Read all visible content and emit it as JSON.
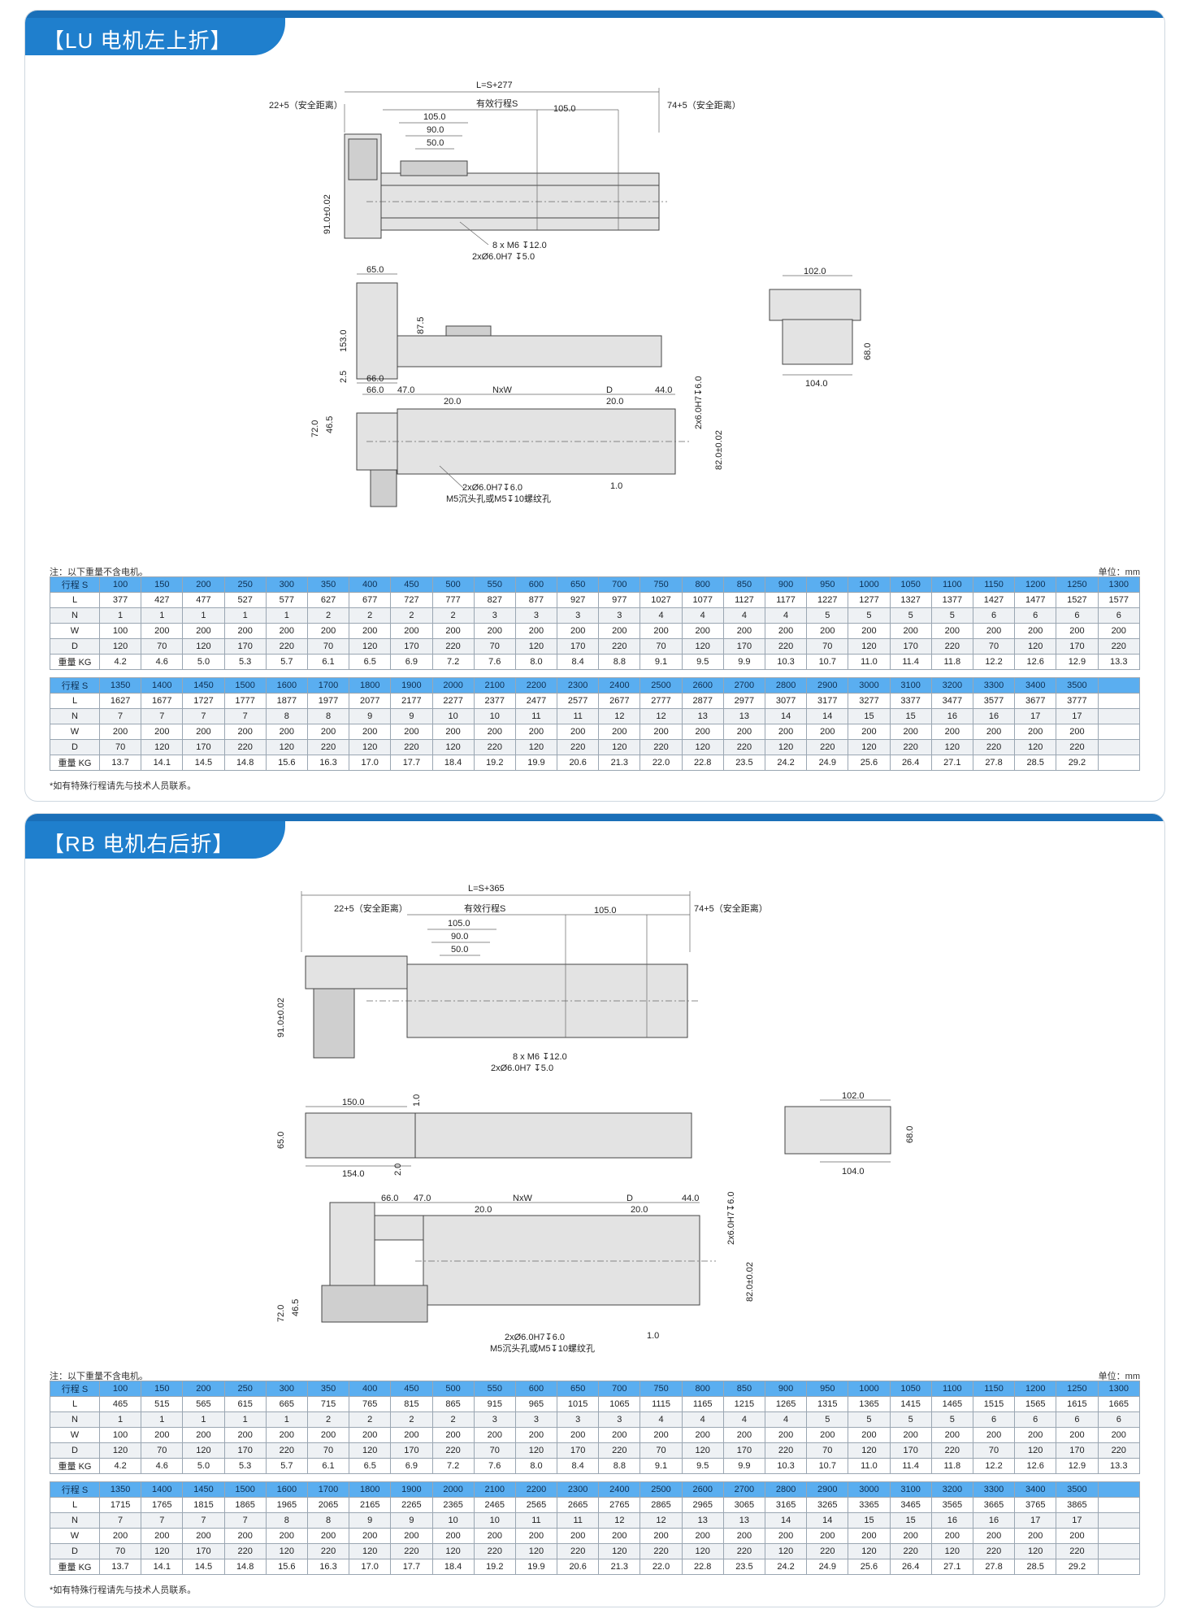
{
  "sections": [
    {
      "title": "【LU 电机左上折】",
      "dims": {
        "total_length": "L=S+277",
        "left_safety": "22+5（安全距离）",
        "right_safety": "74+5（安全距离）",
        "effective_stroke": "有效行程S",
        "d105": "105.0",
        "d90": "90.0",
        "d50": "50.0",
        "d105b": "105.0",
        "height91": "91.0±0.02",
        "m6": "8 x  M6 ↧12.0",
        "pin": "2xØ6.0H7 ↧5.0",
        "d65": "65.0",
        "d87": "87.5",
        "d153": "153.0",
        "d66": "66.0",
        "d2_5": "2.5",
        "d102": "102.0",
        "d68": "68.0",
        "d104": "104.0",
        "d66b": "66.0",
        "d47": "47.0",
        "nxw": "NxW",
        "dD": "D",
        "d44": "44.0",
        "d20a": "20.0",
        "d20b": "20.0",
        "d72": "72.0",
        "d46": "46.5",
        "pin6": "2x6.0H7↧6.0",
        "h82": "82.0±0.02",
        "pinb": "2xØ6.0H7↧6.0",
        "m5": "M5沉头孔或M5↧10螺纹孔",
        "d1": "1.0"
      },
      "note": "注：以下重量不含电机。",
      "unit": "单位：mm",
      "footnote": "*如有特殊行程请先与技术人员联系。",
      "tables": [
        {
          "rows": [
            {
              "label": "行程 S",
              "values": [
                "100",
                "150",
                "200",
                "250",
                "300",
                "350",
                "400",
                "450",
                "500",
                "550",
                "600",
                "650",
                "700",
                "750",
                "800",
                "850",
                "900",
                "950",
                "1000",
                "1050",
                "1100",
                "1150",
                "1200",
                "1250",
                "1300"
              ]
            },
            {
              "label": "L",
              "values": [
                "377",
                "427",
                "477",
                "527",
                "577",
                "627",
                "677",
                "727",
                "777",
                "827",
                "877",
                "927",
                "977",
                "1027",
                "1077",
                "1127",
                "1177",
                "1227",
                "1277",
                "1327",
                "1377",
                "1427",
                "1477",
                "1527",
                "1577"
              ]
            },
            {
              "label": "N",
              "values": [
                "1",
                "1",
                "1",
                "1",
                "1",
                "2",
                "2",
                "2",
                "2",
                "3",
                "3",
                "3",
                "3",
                "4",
                "4",
                "4",
                "4",
                "5",
                "5",
                "5",
                "5",
                "6",
                "6",
                "6",
                "6"
              ]
            },
            {
              "label": "W",
              "values": [
                "100",
                "200",
                "200",
                "200",
                "200",
                "200",
                "200",
                "200",
                "200",
                "200",
                "200",
                "200",
                "200",
                "200",
                "200",
                "200",
                "200",
                "200",
                "200",
                "200",
                "200",
                "200",
                "200",
                "200",
                "200"
              ]
            },
            {
              "label": "D",
              "values": [
                "120",
                "70",
                "120",
                "170",
                "220",
                "70",
                "120",
                "170",
                "220",
                "70",
                "120",
                "170",
                "220",
                "70",
                "120",
                "170",
                "220",
                "70",
                "120",
                "170",
                "220",
                "70",
                "120",
                "170",
                "220"
              ]
            },
            {
              "label": "重量 KG",
              "values": [
                "4.2",
                "4.6",
                "5.0",
                "5.3",
                "5.7",
                "6.1",
                "6.5",
                "6.9",
                "7.2",
                "7.6",
                "8.0",
                "8.4",
                "8.8",
                "9.1",
                "9.5",
                "9.9",
                "10.3",
                "10.7",
                "11.0",
                "11.4",
                "11.8",
                "12.2",
                "12.6",
                "12.9",
                "13.3"
              ]
            }
          ]
        },
        {
          "rows": [
            {
              "label": "行程 S",
              "values": [
                "1350",
                "1400",
                "1450",
                "1500",
                "1600",
                "1700",
                "1800",
                "1900",
                "2000",
                "2100",
                "2200",
                "2300",
                "2400",
                "2500",
                "2600",
                "2700",
                "2800",
                "2900",
                "3000",
                "3100",
                "3200",
                "3300",
                "3400",
                "3500",
                ""
              ]
            },
            {
              "label": "L",
              "values": [
                "1627",
                "1677",
                "1727",
                "1777",
                "1877",
                "1977",
                "2077",
                "2177",
                "2277",
                "2377",
                "2477",
                "2577",
                "2677",
                "2777",
                "2877",
                "2977",
                "3077",
                "3177",
                "3277",
                "3377",
                "3477",
                "3577",
                "3677",
                "3777",
                ""
              ]
            },
            {
              "label": "N",
              "values": [
                "7",
                "7",
                "7",
                "7",
                "8",
                "8",
                "9",
                "9",
                "10",
                "10",
                "11",
                "11",
                "12",
                "12",
                "13",
                "13",
                "14",
                "14",
                "15",
                "15",
                "16",
                "16",
                "17",
                "17",
                ""
              ]
            },
            {
              "label": "W",
              "values": [
                "200",
                "200",
                "200",
                "200",
                "200",
                "200",
                "200",
                "200",
                "200",
                "200",
                "200",
                "200",
                "200",
                "200",
                "200",
                "200",
                "200",
                "200",
                "200",
                "200",
                "200",
                "200",
                "200",
                "200",
                ""
              ]
            },
            {
              "label": "D",
              "values": [
                "70",
                "120",
                "170",
                "220",
                "120",
                "220",
                "120",
                "220",
                "120",
                "220",
                "120",
                "220",
                "120",
                "220",
                "120",
                "220",
                "120",
                "220",
                "120",
                "220",
                "120",
                "220",
                "120",
                "220",
                ""
              ]
            },
            {
              "label": "重量 KG",
              "values": [
                "13.7",
                "14.1",
                "14.5",
                "14.8",
                "15.6",
                "16.3",
                "17.0",
                "17.7",
                "18.4",
                "19.2",
                "19.9",
                "20.6",
                "21.3",
                "22.0",
                "22.8",
                "23.5",
                "24.2",
                "24.9",
                "25.6",
                "26.4",
                "27.1",
                "27.8",
                "28.5",
                "29.2",
                ""
              ]
            }
          ]
        }
      ]
    },
    {
      "title": "【RB 电机右后折】",
      "dims": {
        "total_length": "L=S+365",
        "left_safety": "22+5（安全距离）",
        "right_safety": "74+5（安全距离）",
        "effective_stroke": "有效行程S",
        "d105": "105.0",
        "d90": "90.0",
        "d50": "50.0",
        "d105b": "105.0",
        "height91": "91.0±0.02",
        "m6": "8 x  M6 ↧12.0",
        "pin": "2xØ6.0H7 ↧5.0",
        "d150": "150.0",
        "d1": "1.0",
        "d65": "65.0",
        "d154": "154.0",
        "d2": "2.0",
        "d102": "102.0",
        "d68": "68.0",
        "d104": "104.0",
        "d66": "66.0",
        "d47": "47.0",
        "nxw": "NxW",
        "dD": "D",
        "d44": "44.0",
        "d20a": "20.0",
        "d20b": "20.0",
        "d72": "72.0",
        "d46": "46.5",
        "pin6": "2x6.0H7↧6.0",
        "h82": "82.0±0.02",
        "pinb": "2xØ6.0H7↧6.0",
        "m5": "M5沉头孔或M5↧10螺纹孔",
        "d1b": "1.0"
      },
      "note": "注：以下重量不含电机。",
      "unit": "单位：mm",
      "footnote": "*如有特殊行程请先与技术人员联系。",
      "tables": [
        {
          "rows": [
            {
              "label": "行程 S",
              "values": [
                "100",
                "150",
                "200",
                "250",
                "300",
                "350",
                "400",
                "450",
                "500",
                "550",
                "600",
                "650",
                "700",
                "750",
                "800",
                "850",
                "900",
                "950",
                "1000",
                "1050",
                "1100",
                "1150",
                "1200",
                "1250",
                "1300"
              ]
            },
            {
              "label": "L",
              "values": [
                "465",
                "515",
                "565",
                "615",
                "665",
                "715",
                "765",
                "815",
                "865",
                "915",
                "965",
                "1015",
                "1065",
                "1115",
                "1165",
                "1215",
                "1265",
                "1315",
                "1365",
                "1415",
                "1465",
                "1515",
                "1565",
                "1615",
                "1665"
              ]
            },
            {
              "label": "N",
              "values": [
                "1",
                "1",
                "1",
                "1",
                "1",
                "2",
                "2",
                "2",
                "2",
                "3",
                "3",
                "3",
                "3",
                "4",
                "4",
                "4",
                "4",
                "5",
                "5",
                "5",
                "5",
                "6",
                "6",
                "6",
                "6"
              ]
            },
            {
              "label": "W",
              "values": [
                "100",
                "200",
                "200",
                "200",
                "200",
                "200",
                "200",
                "200",
                "200",
                "200",
                "200",
                "200",
                "200",
                "200",
                "200",
                "200",
                "200",
                "200",
                "200",
                "200",
                "200",
                "200",
                "200",
                "200",
                "200"
              ]
            },
            {
              "label": "D",
              "values": [
                "120",
                "70",
                "120",
                "170",
                "220",
                "70",
                "120",
                "170",
                "220",
                "70",
                "120",
                "170",
                "220",
                "70",
                "120",
                "170",
                "220",
                "70",
                "120",
                "170",
                "220",
                "70",
                "120",
                "170",
                "220"
              ]
            },
            {
              "label": "重量 KG",
              "values": [
                "4.2",
                "4.6",
                "5.0",
                "5.3",
                "5.7",
                "6.1",
                "6.5",
                "6.9",
                "7.2",
                "7.6",
                "8.0",
                "8.4",
                "8.8",
                "9.1",
                "9.5",
                "9.9",
                "10.3",
                "10.7",
                "11.0",
                "11.4",
                "11.8",
                "12.2",
                "12.6",
                "12.9",
                "13.3"
              ]
            }
          ]
        },
        {
          "rows": [
            {
              "label": "行程 S",
              "values": [
                "1350",
                "1400",
                "1450",
                "1500",
                "1600",
                "1700",
                "1800",
                "1900",
                "2000",
                "2100",
                "2200",
                "2300",
                "2400",
                "2500",
                "2600",
                "2700",
                "2800",
                "2900",
                "3000",
                "3100",
                "3200",
                "3300",
                "3400",
                "3500",
                ""
              ]
            },
            {
              "label": "L",
              "values": [
                "1715",
                "1765",
                "1815",
                "1865",
                "1965",
                "2065",
                "2165",
                "2265",
                "2365",
                "2465",
                "2565",
                "2665",
                "2765",
                "2865",
                "2965",
                "3065",
                "3165",
                "3265",
                "3365",
                "3465",
                "3565",
                "3665",
                "3765",
                "3865",
                ""
              ]
            },
            {
              "label": "N",
              "values": [
                "7",
                "7",
                "7",
                "7",
                "8",
                "8",
                "9",
                "9",
                "10",
                "10",
                "11",
                "11",
                "12",
                "12",
                "13",
                "13",
                "14",
                "14",
                "15",
                "15",
                "16",
                "16",
                "17",
                "17",
                ""
              ]
            },
            {
              "label": "W",
              "values": [
                "200",
                "200",
                "200",
                "200",
                "200",
                "200",
                "200",
                "200",
                "200",
                "200",
                "200",
                "200",
                "200",
                "200",
                "200",
                "200",
                "200",
                "200",
                "200",
                "200",
                "200",
                "200",
                "200",
                "200",
                ""
              ]
            },
            {
              "label": "D",
              "values": [
                "70",
                "120",
                "170",
                "220",
                "120",
                "220",
                "120",
                "220",
                "120",
                "220",
                "120",
                "220",
                "120",
                "220",
                "120",
                "220",
                "120",
                "220",
                "120",
                "220",
                "120",
                "220",
                "120",
                "220",
                ""
              ]
            },
            {
              "label": "重量 KG",
              "values": [
                "13.7",
                "14.1",
                "14.5",
                "14.8",
                "15.6",
                "16.3",
                "17.0",
                "17.7",
                "18.4",
                "19.2",
                "19.9",
                "20.6",
                "21.3",
                "22.0",
                "22.8",
                "23.5",
                "24.2",
                "24.9",
                "25.6",
                "26.4",
                "27.1",
                "27.8",
                "28.5",
                "29.2",
                ""
              ]
            }
          ]
        }
      ]
    }
  ]
}
